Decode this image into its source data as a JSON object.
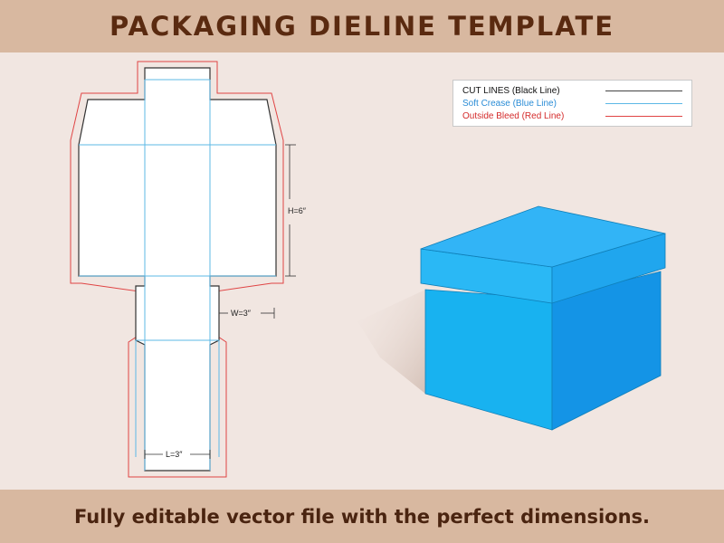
{
  "header": {
    "title": "PACKAGING DIELINE TEMPLATE"
  },
  "footer": {
    "tagline": "Fully editable vector file with the perfect dimensions."
  },
  "legend": {
    "cut": "CUT LINES (Black Line)",
    "soft": "Soft Crease (Blue Line)",
    "bleed": "Outside Bleed (Red Line)"
  },
  "dimensions": {
    "height": "H=6″",
    "width": "W=3″",
    "length": "L=3″"
  },
  "colors": {
    "background": "#f1e6e1",
    "band": "#d8b8a0",
    "cut": "#333333",
    "crease": "#5cb8e6",
    "bleed": "#e04444",
    "box_front": "#18b2f0",
    "box_side": "#1494e6",
    "box_lid": "#32b4f6"
  }
}
